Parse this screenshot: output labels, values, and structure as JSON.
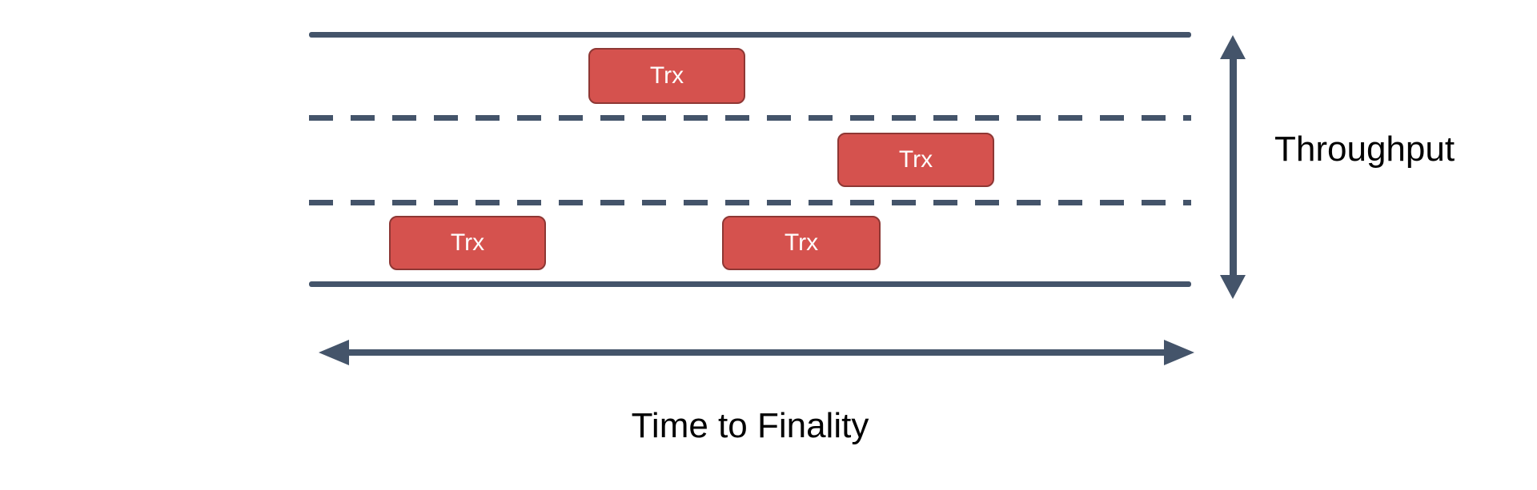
{
  "diagram": {
    "type": "blockchain-throughput-vs-finality",
    "lanes_count": 3,
    "transactions": [
      {
        "label": "Trx",
        "lane": 1
      },
      {
        "label": "Trx",
        "lane": 2
      },
      {
        "label": "Trx",
        "lane": 3
      },
      {
        "label": "Trx",
        "lane": 3
      }
    ],
    "vertical_axis_label": "Throughput",
    "horizontal_axis_label": "Time to Finality",
    "colors": {
      "line": "#44546A",
      "box_fill": "#D5524E",
      "box_border": "#8E3734",
      "box_text": "#FFFFFF",
      "label_text": "#000000"
    }
  }
}
